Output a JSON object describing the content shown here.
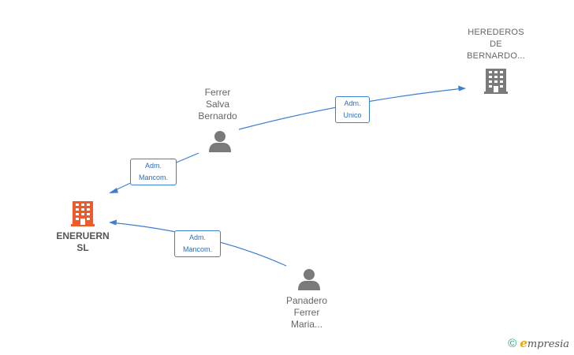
{
  "nodes": {
    "herederos": {
      "label": "HEREDEROS\nDE\nBERNARDO...",
      "kind": "company",
      "color": "#7a7a7a"
    },
    "ferrer": {
      "label": "Ferrer\nSalva\nBernardo",
      "kind": "person",
      "color": "#7a7a7a"
    },
    "eneruern": {
      "label": "ENERUERN\nSL",
      "kind": "company",
      "color": "#f05a28"
    },
    "panadero": {
      "label": "Panadero\nFerrer\nMaria...",
      "kind": "person",
      "color": "#7a7a7a"
    }
  },
  "edges": [
    {
      "from": "ferrer",
      "to": "herederos",
      "label": "Adm.\nUnico"
    },
    {
      "from": "ferrer",
      "to": "eneruern",
      "label": "Adm.\nMancom."
    },
    {
      "from": "panadero",
      "to": "eneruern",
      "label": "Adm.\nMancom."
    }
  ],
  "colors": {
    "edge": "#3d7fd0",
    "accent": "#f05a28",
    "neutral": "#7a7a7a"
  },
  "brand": {
    "copyright": "©",
    "logo_initial": "e",
    "logo_rest": "mpresia"
  }
}
